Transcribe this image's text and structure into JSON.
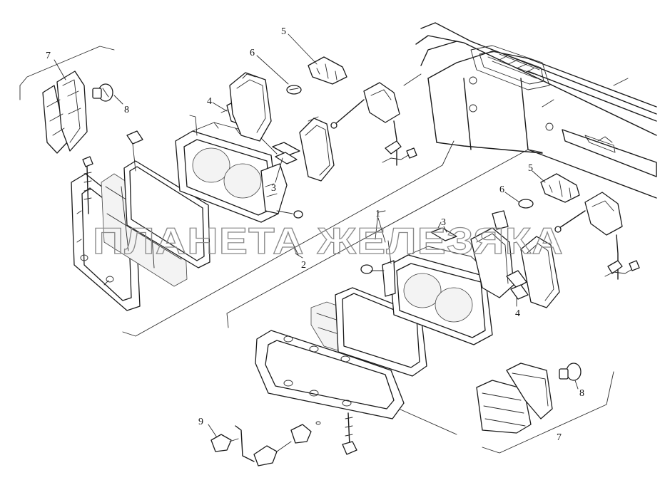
{
  "watermark": "ПЛАНЕТА ЖЕЛЕЗЯКА",
  "callouts": {
    "upper_group_frame": "7",
    "upper_bulb": "8",
    "upper_mount": "4",
    "upper_connector_cap": "6",
    "upper_connector": "5",
    "upper_clip": "3",
    "upper_assembly": "2",
    "lower_housing": "1",
    "lower_clip": "3",
    "lower_connector": "5",
    "lower_connector_cap": "6",
    "lower_mount": "4",
    "lower_bulb": "8",
    "lower_group_frame": "7",
    "fog_key": "9"
  }
}
